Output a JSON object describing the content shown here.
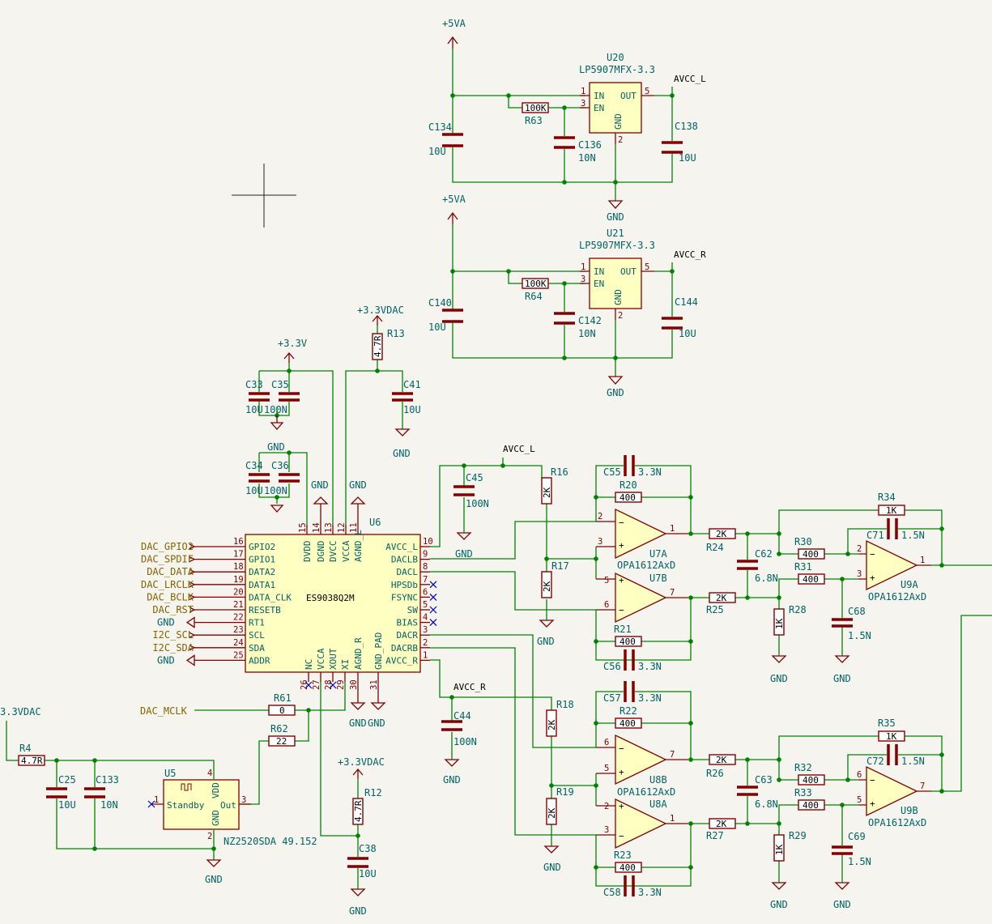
{
  "regulators": [
    {
      "ref": "U20",
      "part": "LP5907MFX-3.3",
      "pin_in": "IN",
      "pin_en": "EN",
      "pin_out": "OUT",
      "pin_gnd": "GND",
      "n_in": "1",
      "n_en": "3",
      "n_out": "5",
      "n_gnd": "2",
      "out_net": "AVCC_L",
      "supply": "+5VA",
      "gnd": "GND",
      "r": {
        "ref": "R63",
        "val": "100K"
      },
      "cin": {
        "ref": "C134",
        "val": "10U"
      },
      "cen": {
        "ref": "C136",
        "val": "10N"
      },
      "cout": {
        "ref": "C138",
        "val": "10U"
      }
    },
    {
      "ref": "U21",
      "part": "LP5907MFX-3.3",
      "pin_in": "IN",
      "pin_en": "EN",
      "pin_out": "OUT",
      "pin_gnd": "GND",
      "n_in": "1",
      "n_en": "3",
      "n_out": "5",
      "n_gnd": "2",
      "out_net": "AVCC_R",
      "supply": "+5VA",
      "gnd": "GND",
      "r": {
        "ref": "R64",
        "val": "100K"
      },
      "cin": {
        "ref": "C140",
        "val": "10U"
      },
      "cen": {
        "ref": "C142",
        "val": "10N"
      },
      "cout": {
        "ref": "C144",
        "val": "10U"
      }
    }
  ],
  "dac": {
    "ref": "U6",
    "part": "ES9038Q2M",
    "left_pins": [
      {
        "num": "16",
        "name": "GPIO2",
        "net": "DAC_GPIO2"
      },
      {
        "num": "17",
        "name": "GPIO1",
        "net": "DAC_SPDIF"
      },
      {
        "num": "18",
        "name": "DATA2",
        "net": "DAC_DATA"
      },
      {
        "num": "19",
        "name": "DATA1",
        "net": "DAC_LRCLK"
      },
      {
        "num": "20",
        "name": "DATA_CLK",
        "net": "DAC_BCLK"
      },
      {
        "num": "21",
        "name": "RESETB",
        "net": "DAC_RST"
      },
      {
        "num": "22",
        "name": "RT1",
        "net": "GND"
      },
      {
        "num": "23",
        "name": "SCL",
        "net": "I2C_SCL"
      },
      {
        "num": "24",
        "name": "SDA",
        "net": "I2C_SDA"
      },
      {
        "num": "25",
        "name": "ADDR",
        "net": "GND"
      }
    ],
    "right_pins": [
      {
        "num": "10",
        "name": "AVCC_L"
      },
      {
        "num": "9",
        "name": "DACLB"
      },
      {
        "num": "8",
        "name": "DACL"
      },
      {
        "num": "7",
        "name": "HPSDb"
      },
      {
        "num": "6",
        "name": "FSYNC"
      },
      {
        "num": "5",
        "name": "SW"
      },
      {
        "num": "4",
        "name": "BIAS"
      },
      {
        "num": "3",
        "name": "DACR"
      },
      {
        "num": "2",
        "name": "DACRB"
      },
      {
        "num": "1",
        "name": "AVCC_R"
      }
    ],
    "top_pins": [
      {
        "num": "15",
        "name": "DVDD"
      },
      {
        "num": "14",
        "name": "DGND"
      },
      {
        "num": "13",
        "name": "DVCC"
      },
      {
        "num": "12",
        "name": "VCCA"
      },
      {
        "num": "11",
        "name": "AGND_L"
      }
    ],
    "bottom_pins": [
      {
        "num": "26",
        "name": "NC"
      },
      {
        "num": "27",
        "name": "VCCA"
      },
      {
        "num": "28",
        "name": "XOUT"
      },
      {
        "num": "29",
        "name": "XI"
      },
      {
        "num": "30",
        "name": "AGND_R"
      },
      {
        "num": "31",
        "name": "GND_PAD"
      }
    ]
  },
  "dac_support": {
    "plus33": "+3.3V",
    "plus33dac": "+3.3VDAC",
    "gnd": "GND",
    "c33": {
      "ref": "C33",
      "val": "10U"
    },
    "c35": {
      "ref": "C35",
      "val": "100N"
    },
    "c34": {
      "ref": "C34",
      "val": "10U"
    },
    "c36": {
      "ref": "C36",
      "val": "100N"
    },
    "r13": {
      "ref": "R13",
      "val": "4.7R"
    },
    "c41": {
      "ref": "C41",
      "val": "10U"
    },
    "c45": {
      "ref": "C45",
      "val": "100N"
    },
    "c44": {
      "ref": "C44",
      "val": "100N"
    },
    "avcc_l": "AVCC_L",
    "avcc_r": "AVCC_R",
    "r61": {
      "ref": "R61",
      "val": "0"
    },
    "r62": {
      "ref": "R62",
      "val": "22"
    },
    "mclk": "DAC_MCLK",
    "r12": {
      "ref": "R12",
      "val": "4.7R"
    },
    "c38": {
      "ref": "C38",
      "val": "10U"
    }
  },
  "osc": {
    "ref": "U5",
    "part": "NZ2520SDA 49.152",
    "pin_standby": "Standby",
    "pin_vdd": "VDD",
    "pin_gnd": "GND",
    "pin_out": "Out",
    "n1": "1",
    "n2": "2",
    "n3": "3",
    "n4": "4",
    "supply": "3.3VDAC",
    "r4": {
      "ref": "R4",
      "val": "4.7R"
    },
    "c25": {
      "ref": "C25",
      "val": "10U"
    },
    "c133": {
      "ref": "C133",
      "val": "10N"
    },
    "gnd": "GND"
  },
  "left_channel": {
    "u7a": "U7A",
    "u7b": "U7B",
    "opamp": "OPA1612AxD",
    "r16": {
      "ref": "R16",
      "val": "2K"
    },
    "r17": {
      "ref": "R17",
      "val": "2K"
    },
    "r20": {
      "ref": "R20",
      "val": "400"
    },
    "c55": {
      "ref": "C55",
      "val": "3.3N"
    },
    "r21": {
      "ref": "R21",
      "val": "400"
    },
    "c56": {
      "ref": "C56",
      "val": "3.3N"
    },
    "r24": {
      "ref": "R24",
      "val": "2K"
    },
    "r25": {
      "ref": "R25",
      "val": "2K"
    },
    "c62": {
      "ref": "C62",
      "val": "6.8N"
    },
    "r28": {
      "ref": "R28",
      "val": "1K"
    },
    "r30": {
      "ref": "R30",
      "val": "400"
    },
    "r31": {
      "ref": "R31",
      "val": "400"
    },
    "r34": {
      "ref": "R34",
      "val": "1K"
    },
    "c71": {
      "ref": "C71",
      "val": "1.5N"
    },
    "c68": {
      "ref": "C68",
      "val": "1.5N"
    },
    "u9a": "U9A",
    "p_u7a": [
      "2",
      "3",
      "1"
    ],
    "p_u7b": [
      "5",
      "6",
      "7"
    ],
    "p_u9a": [
      "2",
      "3",
      "1"
    ]
  },
  "right_channel": {
    "u8b": "U8B",
    "u8a": "U8A",
    "opamp": "OPA1612AxD",
    "r18": {
      "ref": "R18",
      "val": "2K"
    },
    "r19": {
      "ref": "R19",
      "val": "2K"
    },
    "r22": {
      "ref": "R22",
      "val": "400"
    },
    "c57": {
      "ref": "C57",
      "val": "3.3N"
    },
    "r23": {
      "ref": "R23",
      "val": "400"
    },
    "c58": {
      "ref": "C58",
      "val": "3.3N"
    },
    "r26": {
      "ref": "R26",
      "val": "2K"
    },
    "r27": {
      "ref": "R27",
      "val": "2K"
    },
    "c63": {
      "ref": "C63",
      "val": "6.8N"
    },
    "r29": {
      "ref": "R29",
      "val": "1K"
    },
    "r32": {
      "ref": "R32",
      "val": "400"
    },
    "r33": {
      "ref": "R33",
      "val": "400"
    },
    "r35": {
      "ref": "R35",
      "val": "1K"
    },
    "c72": {
      "ref": "C72",
      "val": "1.5N"
    },
    "c69": {
      "ref": "C69",
      "val": "1.5N"
    },
    "u9b": "U9B",
    "p_u8b": [
      "6",
      "5",
      "7"
    ],
    "p_u8a": [
      "2",
      "3",
      "1"
    ],
    "p_u9b": [
      "6",
      "5",
      "7"
    ]
  },
  "gnd_label": "GND"
}
